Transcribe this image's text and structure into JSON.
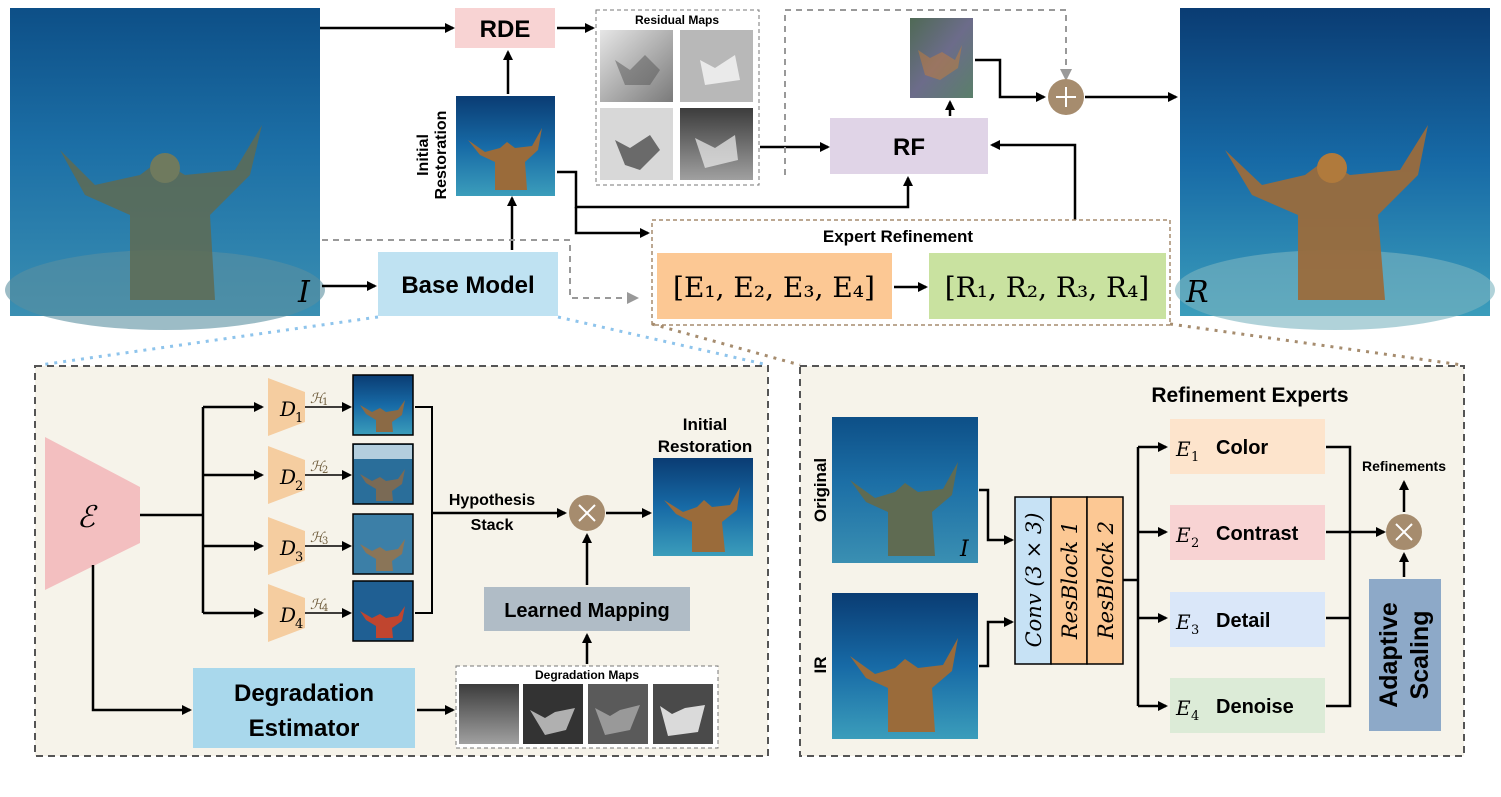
{
  "top": {
    "input_label": "I",
    "output_label": "R",
    "rde_label": "RDE",
    "residual_maps_title": "Residual Maps",
    "initial_restoration_label_line1": "Initial",
    "initial_restoration_label_line2": "Restoration",
    "base_model_label": "Base Model",
    "rf_label": "RF",
    "expert_refinement_title": "Expert Refinement",
    "experts_vector": "[E₁, E₂, E₃, E₄]",
    "refinements_vector": "[R₁, R₂, R₃, R₄]"
  },
  "base_model_panel": {
    "encoder_symbol": "ℰ",
    "decoders": [
      {
        "symbol": "D",
        "sub": "1",
        "hyp": "ℋ",
        "hyp_sub": "1"
      },
      {
        "symbol": "D",
        "sub": "2",
        "hyp": "ℋ",
        "hyp_sub": "2"
      },
      {
        "symbol": "D",
        "sub": "3",
        "hyp": "ℋ",
        "hyp_sub": "3"
      },
      {
        "symbol": "D",
        "sub": "4",
        "hyp": "ℋ",
        "hyp_sub": "4"
      }
    ],
    "hypothesis_stack_line1": "Hypothesis",
    "hypothesis_stack_line2": "Stack",
    "initial_restoration_line1": "Initial",
    "initial_restoration_line2": "Restoration",
    "learned_mapping": "Learned Mapping",
    "degradation_estimator_line1": "Degradation",
    "degradation_estimator_line2": "Estimator",
    "degradation_maps_title": "Degradation Maps"
  },
  "experts_panel": {
    "title": "Refinement Experts",
    "original_label": "Original",
    "ir_label": "IR",
    "input_symbol": "I",
    "conv_label": "Conv (3 × 3)",
    "resblock1_label": "ResBlock 1",
    "resblock2_label": "ResBlock 2",
    "experts": [
      {
        "symbol": "E",
        "sub": "1",
        "name": "Color",
        "color": "#fde4cc"
      },
      {
        "symbol": "E",
        "sub": "2",
        "name": "Contrast",
        "color": "#f8d3d3"
      },
      {
        "symbol": "E",
        "sub": "3",
        "name": "Detail",
        "color": "#dae7f9"
      },
      {
        "symbol": "E",
        "sub": "4",
        "name": "Denoise",
        "color": "#dcebd7"
      }
    ],
    "refinements_label": "Refinements",
    "adaptive_scaling_line1": "Adaptive",
    "adaptive_scaling_line2": "Scaling"
  },
  "colors": {
    "rde": "#f8d3d3",
    "base_model": "#bfe2f2",
    "rf": "#e0d4e7",
    "experts_box": "#fcc894",
    "refinements_box": "#c9e2a0",
    "operator": "#a68c6e",
    "panel_bg": "#f6f3ea",
    "learned_mapping": "#b0bcc6",
    "degradation_estimator": "#a9d8ec",
    "adaptive_scaling": "#8da9c8",
    "decoder": "#f5cda0",
    "encoder": "#f3bfc0"
  }
}
